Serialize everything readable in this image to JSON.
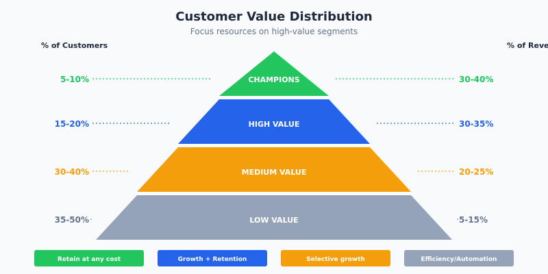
{
  "header": {
    "title": "Customer Value Distribution",
    "subtitle": "Focus resources on high-value segments"
  },
  "columns": {
    "left": "% of Customers",
    "right": "% of Revenue"
  },
  "tiers": [
    {
      "label": "CHAMPIONS",
      "customers": "5-10%",
      "revenue": "30-40%",
      "color": "#22c55e"
    },
    {
      "label": "HIGH VALUE",
      "customers": "15-20%",
      "revenue": "30-35%",
      "color": "#2563eb"
    },
    {
      "label": "MEDIUM VALUE",
      "customers": "30-40%",
      "revenue": "20-25%",
      "color": "#f59e0b"
    },
    {
      "label": "LOW VALUE",
      "customers": "35-50%",
      "revenue": "5-15%",
      "color": "#94a3b8"
    }
  ],
  "actions": [
    {
      "label": "Retain at any cost",
      "color": "#22c55e"
    },
    {
      "label": "Growth + Retention",
      "color": "#2563eb"
    },
    {
      "label": "Selective growth",
      "color": "#f59e0b"
    },
    {
      "label": "Efficiency/Automation",
      "color": "#94a3b8"
    }
  ],
  "colors": {
    "background": "#f8fafc",
    "title": "#1e293b",
    "subtitle": "#64748b",
    "low_value_text": "#64748b"
  }
}
